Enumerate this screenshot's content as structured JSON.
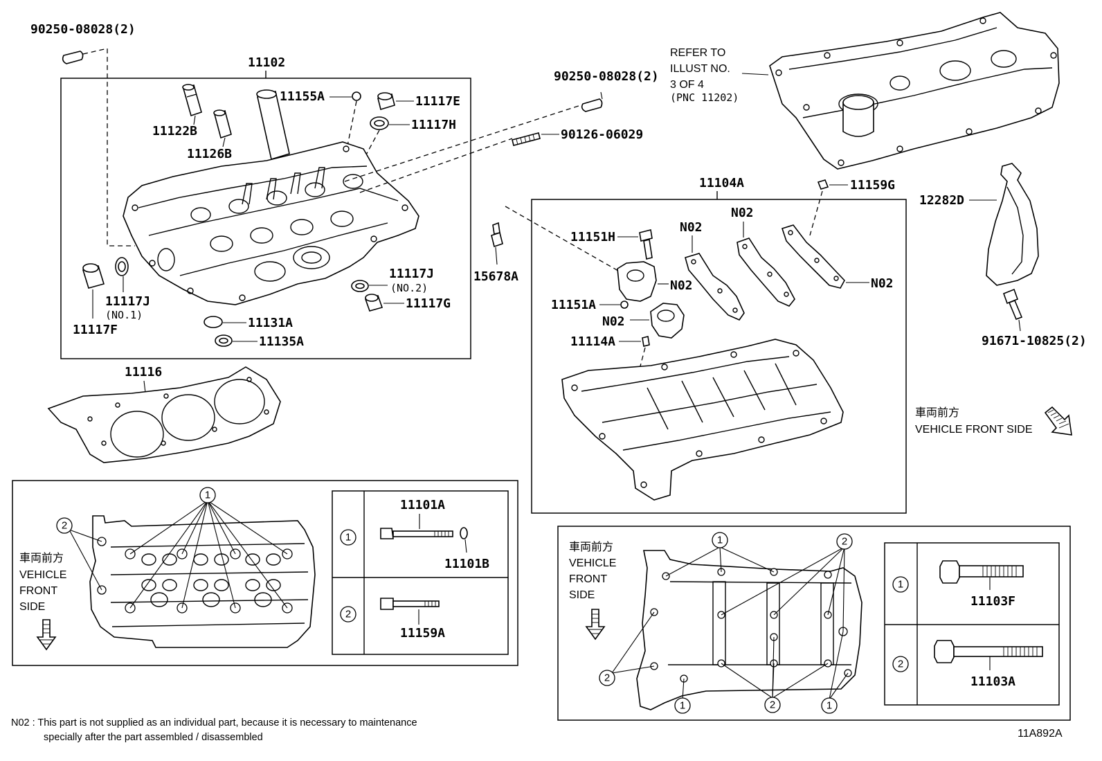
{
  "labels": {
    "pin_top_left": "90250-08028(2)",
    "head_assembly": "11102",
    "plug_11155a": "11155A",
    "plug_11117e": "11117E",
    "ring_11117h": "11117H",
    "guide_11122b": "11122B",
    "guide_11126b": "11126B",
    "pin_mid": "90250-08028(2)",
    "stud": "90126-06029",
    "refer_line1": "REFER TO",
    "refer_line2": "ILLUST NO.",
    "refer_line3": "3 OF 4",
    "refer_line4": "(PNC 11202)",
    "gasket_11117j_no2": "11117J",
    "gasket_11117j_no2_sub": "(NO.2)",
    "plug_11117g": "11117G",
    "gasket_11117j_no1": "11117J",
    "gasket_11117j_no1_sub": "(NO.1)",
    "plug_11117f": "11117F",
    "plug_11131a": "11131A",
    "ring_11135a": "11135A",
    "head_gasket": "11116",
    "cam_housing": "11104A",
    "nut_11159g": "11159G",
    "cover_12282d": "12282D",
    "bolt_11151h": "11151H",
    "n02_a": "N02",
    "n02_b": "N02",
    "n02_c": "N02",
    "n02_d": "N02",
    "n02_e": "N02",
    "plug_15678a": "15678A",
    "pin_11151a": "11151A",
    "pin_11114a": "11114A",
    "bolt_91671": "91671-10825(2)",
    "front_jp": "車両前方",
    "front_en": "VEHICLE FRONT SIDE"
  },
  "left_panel": {
    "front_jp": "車両前方",
    "front_en_1": "VEHICLE",
    "front_en_2": "FRONT",
    "front_en_3": "SIDE",
    "callout_1": "1",
    "callout_2": "2",
    "key_1": "1",
    "key_2": "2",
    "bolt_11101a": "11101A",
    "washer_11101b": "11101B",
    "bolt_11159a": "11159A"
  },
  "right_panel": {
    "front_jp": "車両前方",
    "front_en_1": "VEHICLE",
    "front_en_2": "FRONT",
    "front_en_3": "SIDE",
    "callout_1a": "1",
    "callout_2a": "2",
    "callout_2b": "2",
    "callout_1b": "1",
    "callout_2c": "2",
    "callout_1c": "1",
    "key_1": "1",
    "key_2": "2",
    "bolt_11103f": "11103F",
    "bolt_11103a": "11103A"
  },
  "footnote": {
    "line1": "N02 : This part is not supplied as an individual part, because it is necessary to maintenance",
    "line2": "specially after the part assembled / disassembled"
  },
  "illustration_id": "11A892A"
}
